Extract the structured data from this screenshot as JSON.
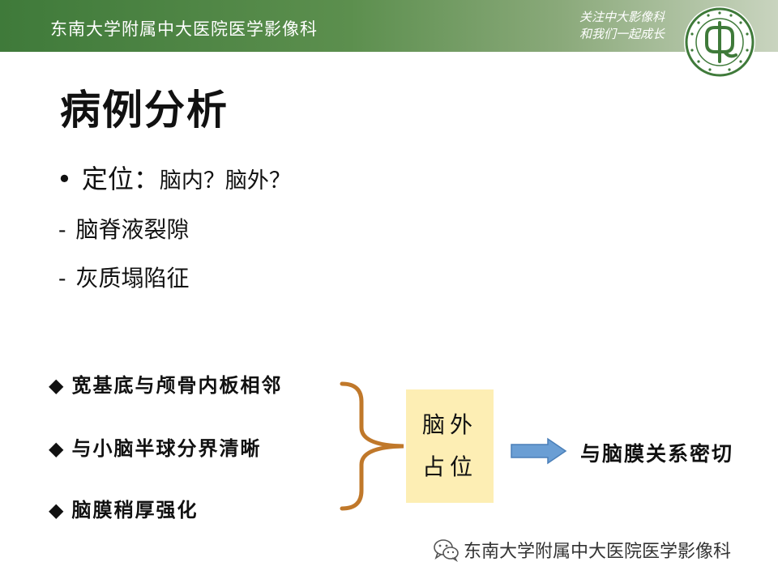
{
  "header": {
    "title": "东南大学附属中大医院医学影像科",
    "slogan_line1": "关注中大影像科",
    "slogan_line2": "和我们一起成长",
    "logo_icon": "hospital-seal-icon",
    "colors": {
      "bar_start": "#3f7a3a",
      "bar_end": "#c9d4bf"
    }
  },
  "slide": {
    "title": "病例分析",
    "main_bullet": {
      "marker": "•",
      "label": "定位：",
      "question": "脑内？脑外？"
    },
    "sub_points": [
      {
        "marker": "-",
        "text": "脑脊液裂隙"
      },
      {
        "marker": "-",
        "text": "灰质塌陷征"
      }
    ],
    "features": [
      {
        "marker": "◆",
        "text": "宽基底与颅骨内板相邻"
      },
      {
        "marker": "◆",
        "text": "与小脑半球分界清晰"
      },
      {
        "marker": "◆",
        "text": "脑膜稍厚强化"
      }
    ],
    "conclusion": {
      "line1": "脑外",
      "line2": "占位",
      "bg_color": "#fdeeb4"
    },
    "result": "与脑膜关系密切",
    "colors": {
      "brace": "#c0782a",
      "arrow": "#6a9ed4"
    }
  },
  "watermark": {
    "icon": "wechat-icon",
    "text": "东南大学附属中大医院医学影像科"
  }
}
